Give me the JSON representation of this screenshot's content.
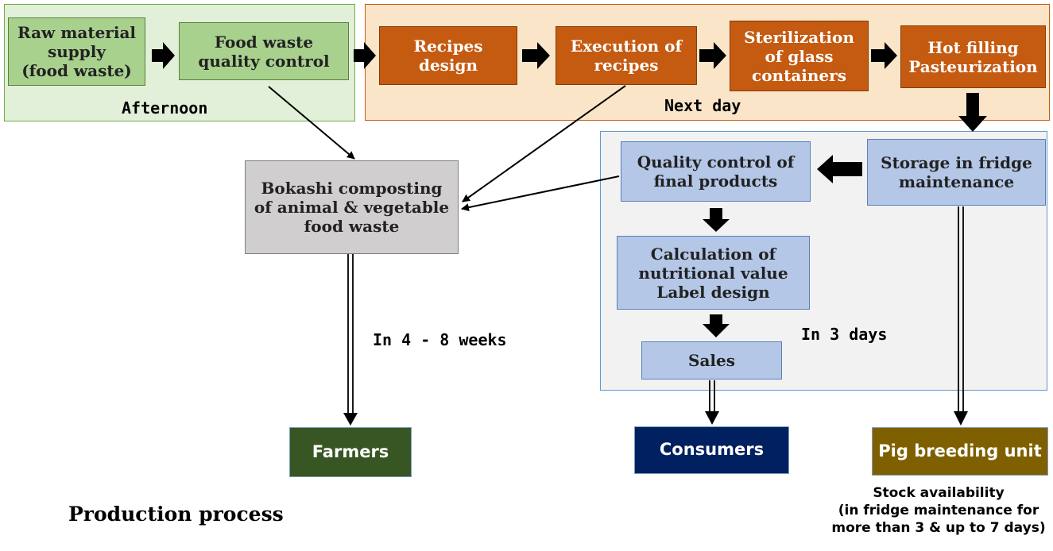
{
  "regions": {
    "afternoon": {
      "label": "Afternoon",
      "fill": "#e2efd9",
      "border": "#70ad47"
    },
    "next_day": {
      "label": "Next day",
      "fill": "#fbe5c8",
      "border": "#c55a11"
    },
    "in_3_days": {
      "label": "In 3 days",
      "fill": "#f2f2f2",
      "border": "#5b9bd5"
    }
  },
  "nodes": {
    "raw_material": "Raw material\nsupply\n(food waste)",
    "quality_control": "Food waste\nquality control",
    "recipes_design": "Recipes\ndesign",
    "execution": "Execution of\nrecipes",
    "sterilization": "Sterilization\nof glass\ncontainers",
    "hot_filling": "Hot filling\nPasteurization",
    "storage": "Storage in fridge\nmaintenance",
    "qc_final": "Quality control of\nfinal products",
    "calculation": "Calculation of\nnutritional value\nLabel design",
    "sales": "Sales",
    "bokashi": "Bokashi composting\nof animal & vegetable\nfood waste"
  },
  "terminals": {
    "farmers": {
      "label": "Farmers",
      "color": "#375623"
    },
    "consumers": {
      "label": "Consumers",
      "color": "#002060"
    },
    "pig": {
      "label": "Pig breeding unit",
      "color": "#7f6000"
    }
  },
  "labels": {
    "weeks": "In 4 - 8 weeks",
    "stock": "Stock availability\n(in fridge maintenance for\nmore than 3 & up to 7 days)",
    "title": "Production process"
  }
}
